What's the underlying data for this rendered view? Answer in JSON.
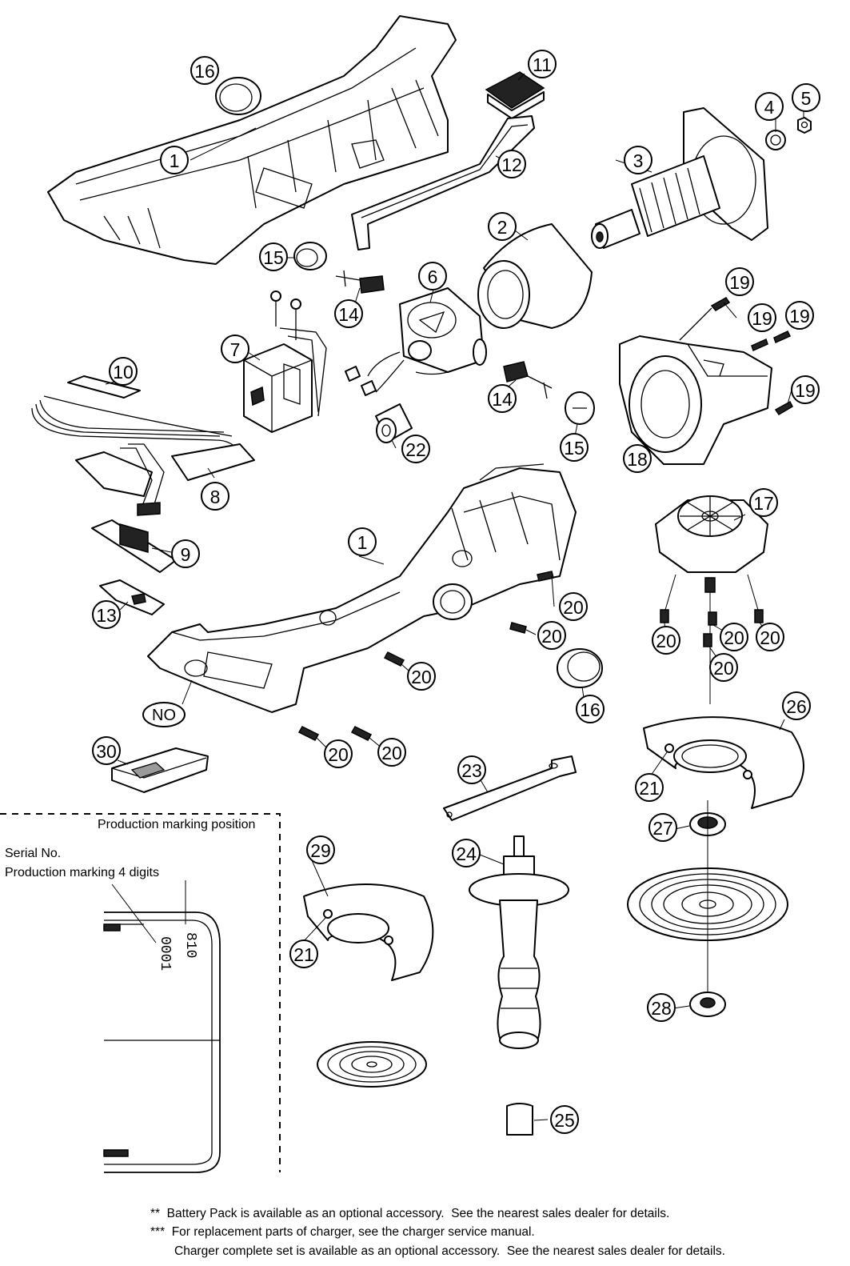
{
  "callouts": {
    "c1a": "1",
    "c2": "2",
    "c3": "3",
    "c4": "4",
    "c5": "5",
    "c6": "6",
    "c7": "7",
    "c8": "8",
    "c9": "9",
    "c10": "10",
    "c11": "11",
    "c12": "12",
    "c13": "13",
    "c14a": "14",
    "c14b": "14",
    "c15a": "15",
    "c15b": "15",
    "c16a": "16",
    "c16b": "16",
    "c1b": "1",
    "c17": "17",
    "c18": "18",
    "c19a": "19",
    "c19b": "19",
    "c19c": "19",
    "c19d": "19",
    "c20a": "20",
    "c20b": "20",
    "c20c": "20",
    "c20d": "20",
    "c20e": "20",
    "c20f": "20",
    "c20g": "20",
    "c20h": "20",
    "c20i": "20",
    "c21a": "21",
    "c21b": "21",
    "c22": "22",
    "c23": "23",
    "c24": "24",
    "c25": "25",
    "c26": "26",
    "c27": "27",
    "c28": "28",
    "c29": "29",
    "c30": "30",
    "no_label": "NO"
  },
  "inset": {
    "production_marking_position": "Production marking position",
    "serial_no": "Serial No.",
    "production_marking_digits": "Production marking 4 digits",
    "marking_top": "810",
    "marking_bottom": "0001"
  },
  "notes": {
    "line1": "**  Battery Pack is available as an optional accessory.  See the nearest sales dealer for details.",
    "line2": "***  For replacement parts of charger, see the charger service manual.",
    "line3": "Charger complete set is available as an optional accessory.  See the nearest sales dealer for details."
  }
}
